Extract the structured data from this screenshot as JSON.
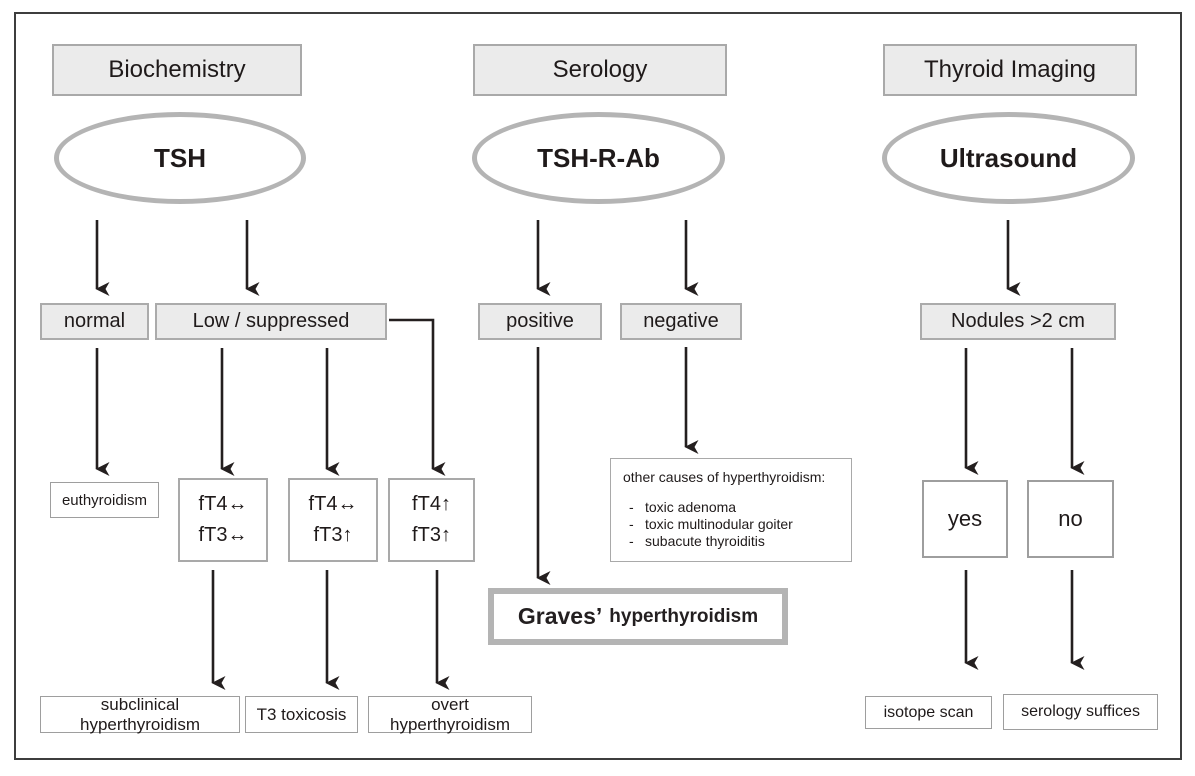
{
  "diagram": {
    "title": "Hyperthyroidism diagnostic flowchart",
    "colors": {
      "box_fill": "#ebebeb",
      "box_border": "#ababab",
      "ellipse_border": "#b4b4b4",
      "arrow": "#241f1f",
      "frame": "#3d3d3d",
      "text": "#1f1a1a"
    },
    "biochemistry": {
      "header": "Biochemistry",
      "test": "TSH",
      "result_normal": "normal",
      "result_low": "Low / suppressed",
      "euthyroidism": "euthyroidism",
      "ft_box1": {
        "line1": "fT4↔",
        "line2": "fT3↔"
      },
      "ft_box2": {
        "line1": "fT4↔",
        "line2": "fT3↑"
      },
      "ft_box3": {
        "line1": "fT4↑",
        "line2": "fT3↑"
      },
      "outcome_subclinical": "subclinical hyperthyroidism",
      "outcome_t3": "T3 toxicosis",
      "outcome_overt": "overt hyperthyroidism"
    },
    "serology": {
      "header": "Serology",
      "test": "TSH-R-Ab",
      "result_positive": "positive",
      "result_negative": "negative",
      "graves_word": "Graves’",
      "graves_rest": "hyperthyroidism",
      "other_causes_title": "other causes of hyperthyroidism:",
      "other_causes": [
        "toxic adenoma",
        "toxic multinodular goiter",
        "subacute thyroiditis"
      ],
      "dash": "-"
    },
    "imaging": {
      "header": "Thyroid Imaging",
      "test": "Ultrasound",
      "decision": "Nodules >2 cm",
      "yes": "yes",
      "no": "no",
      "yes_outcome": "isotope scan",
      "no_outcome": "serology suffices"
    }
  }
}
